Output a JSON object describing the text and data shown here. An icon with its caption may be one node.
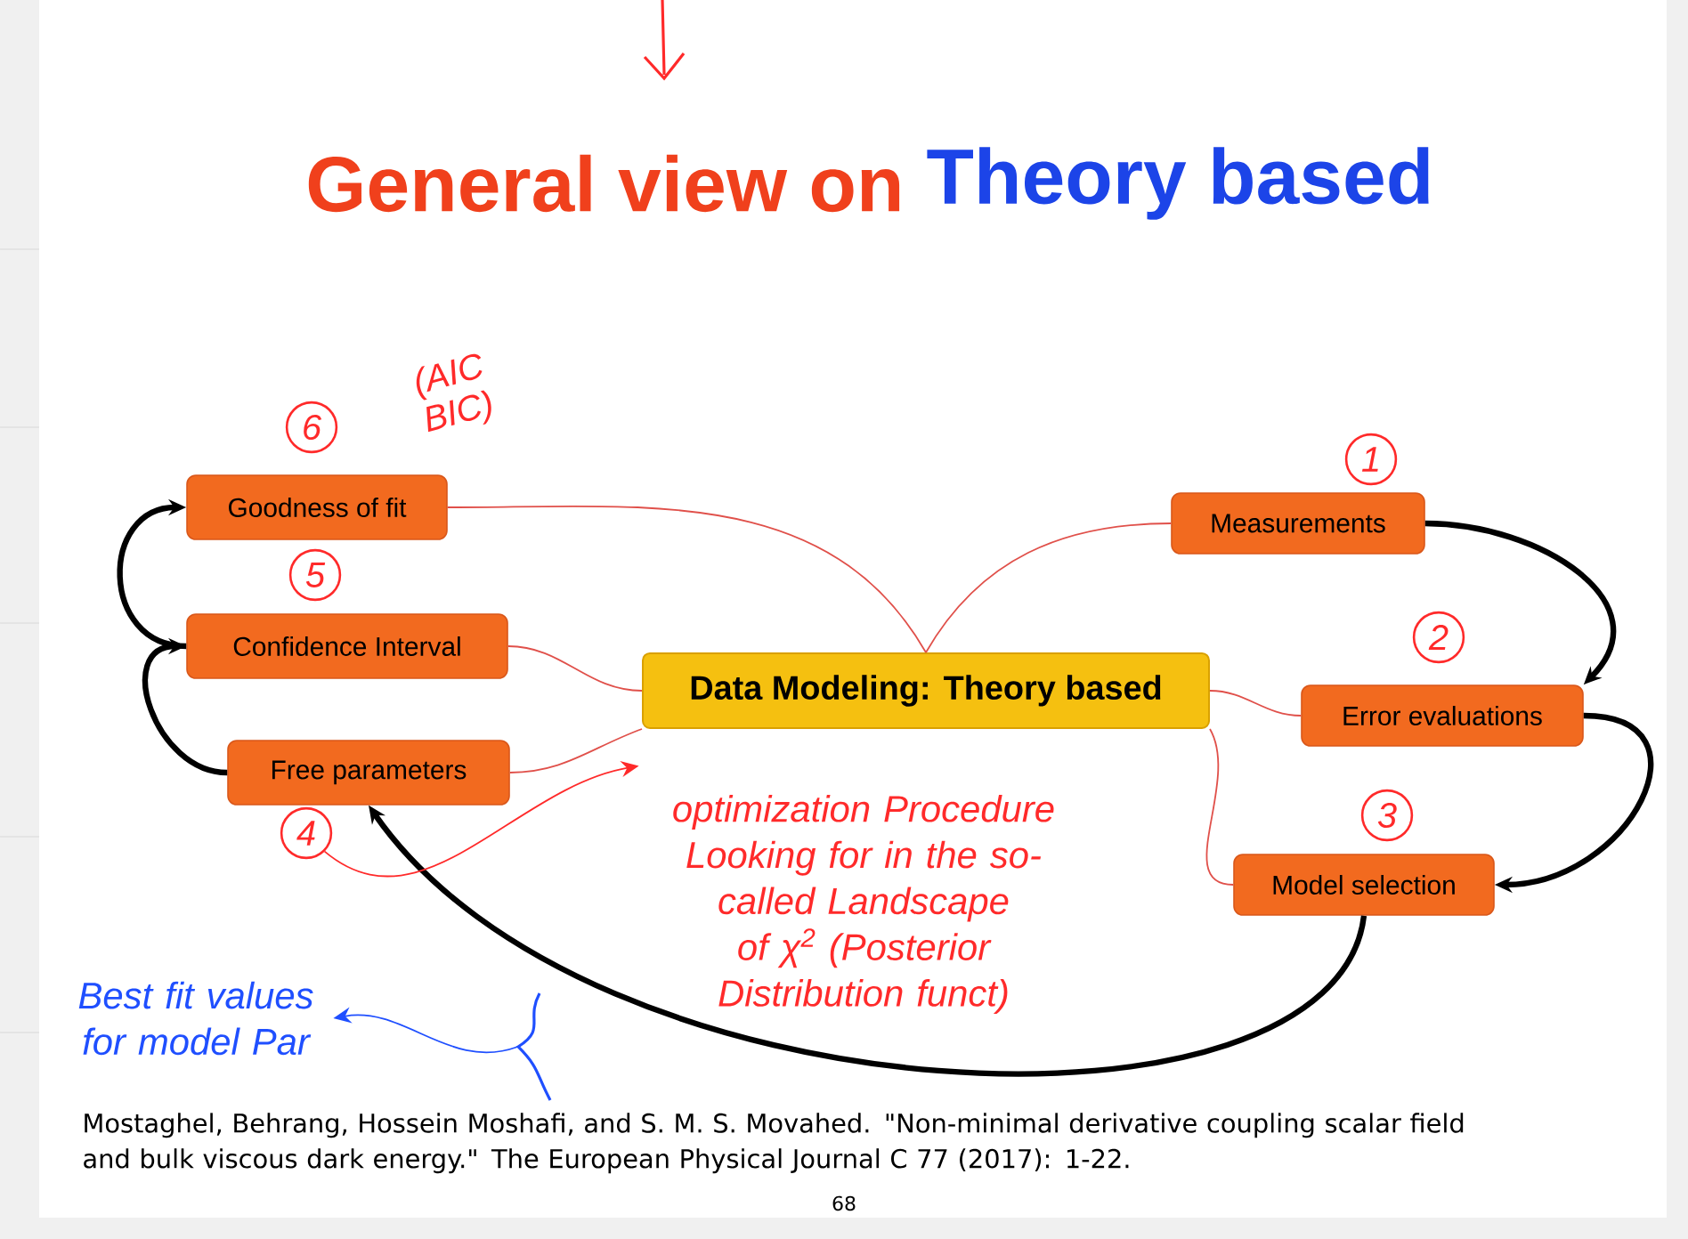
{
  "diagram": {
    "caption": "Mostaghel, Behrang, Hossein Moshafi, and S. M. S. Movahed. \"Non-minimal derivative coupling scalar field and bulk viscous dark energy.\" The European Physical Journal C 77 (2017): 1-22.",
    "nodes": [
      {
        "text": [
          "Data Modeling: Theory based"
        ]
      },
      {
        "text": [
          "Measurements"
        ]
      },
      {
        "text": [
          "Error evaluations"
        ]
      },
      {
        "text": [
          "Model selection"
        ]
      },
      {
        "text": [
          "Free parameters"
        ]
      },
      {
        "text": [
          "Confidence Interval"
        ]
      },
      {
        "text": [
          "Goodness of fit"
        ]
      },
      {
        "text": [
          "1"
        ]
      },
      {
        "text": [
          "2"
        ]
      },
      {
        "text": [
          "3"
        ]
      },
      {
        "text": [
          "4"
        ]
      },
      {
        "text": [
          "5"
        ]
      },
      {
        "text": [
          "6"
        ]
      },
      {
        "text": [
          "optimization Procedure Looking for in the so-called Landscape of χ$^{2}$ (Posterior Distribution funct)"
        ]
      },
      {
        "text": [
          "Best fit values for model Par"
        ]
      },
      {
        "text": [],
        "shape": "bracket"
      }
    ],
    "edges": [
      {
        "from": 0,
        "to": 6,
        "arrow": "none",
        "color": "#e0504a"
      },
      {
        "from": 0,
        "to": 5,
        "arrow": "none",
        "color": "#e0504a"
      },
      {
        "from": 0,
        "to": 4,
        "arrow": "none",
        "color": "#e0504a"
      },
      {
        "from": 0,
        "to": 1,
        "arrow": "none",
        "color": "#e0504a"
      },
      {
        "from": 0,
        "to": 2,
        "arrow": "none",
        "color": "#e0504a"
      },
      {
        "from": 0,
        "to": 3,
        "arrow": "none",
        "color": "#e0504a"
      },
      {
        "from": 1,
        "to": 2,
        "arrow": "to",
        "style": "thick",
        "color": "#000000"
      },
      {
        "from": 2,
        "to": 3,
        "arrow": "to",
        "style": "thick",
        "color": "#000000"
      },
      {
        "from": 3,
        "to": 4,
        "arrow": "to",
        "style": "thick",
        "color": "#000000"
      },
      {
        "from": 4,
        "to": 5,
        "arrow": "to",
        "style": "thick",
        "color": "#000000"
      },
      {
        "from": 5,
        "to": 6,
        "arrow": "to",
        "style": "thick",
        "color": "#000000"
      },
      {
        "from": 10,
        "to": 13,
        "arrow": "to",
        "color": "#ff2a2a"
      },
      {
        "from": 15,
        "to": 14,
        "arrow": "to",
        "color": "#1f4fff"
      }
    ],
    "labels": [
      "General view on",
      "Theory based",
      "(AIC BIC)",
      "68"
    ]
  }
}
